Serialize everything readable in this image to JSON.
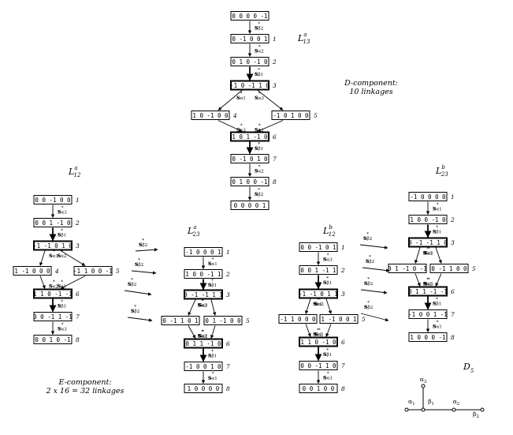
{
  "components": [
    {
      "id": "d",
      "title": {
        "main": "L",
        "sub": "13",
        "sup": "a"
      },
      "caption": [
        "D-component:",
        "10 linkages"
      ],
      "nodes": [
        {
          "label": "0 0 0 0 -1"
        },
        {
          "label": "0 -1 0 0 1",
          "num": "1"
        },
        {
          "label": "0 1 0 -1 0",
          "num": "2"
        },
        {
          "label": "-1 0 -1 1 0",
          "num": "3"
        },
        {
          "label": "1 0 -1 0 0",
          "num": "4"
        },
        {
          "label": "-1 0 1 0 0",
          "num": "5"
        },
        {
          "label": "1 0 1 -1 0",
          "num": "6"
        },
        {
          "label": "0 -1 0 1 0",
          "num": "7"
        },
        {
          "label": "0 1 0 0 -1",
          "num": "8"
        },
        {
          "label": "0 0 0 0 1"
        }
      ],
      "edges": [
        {
          "from": 0,
          "to": 1,
          "label": {
            "l": "β",
            "s": "2"
          }
        },
        {
          "from": 1,
          "to": 2,
          "label": {
            "l": "α",
            "s": "2"
          }
        },
        {
          "from": 2,
          "to": 3,
          "label": {
            "l": "β",
            "s": "1"
          },
          "thick": true
        },
        {
          "from": 3,
          "to": 4,
          "label": {
            "l": "α",
            "s": "1"
          }
        },
        {
          "from": 3,
          "to": 5,
          "label": {
            "l": "α",
            "s": "3"
          }
        },
        {
          "from": 4,
          "to": 6,
          "label": {
            "l": "α",
            "s": "3"
          }
        },
        {
          "from": 5,
          "to": 6,
          "label": {
            "l": "α",
            "s": "1"
          }
        },
        {
          "from": 6,
          "to": 7,
          "label": {
            "l": "β",
            "s": "1"
          },
          "thick": true
        },
        {
          "from": 7,
          "to": 8,
          "label": {
            "l": "α",
            "s": "2"
          }
        },
        {
          "from": 8,
          "to": 9,
          "label": {
            "l": "β",
            "s": "2"
          }
        }
      ]
    },
    {
      "id": "l12a",
      "title": {
        "main": "L",
        "sub": "12",
        "sup": "a"
      },
      "nodes": [
        {
          "label": "0 0 -1 0 0",
          "num": "1"
        },
        {
          "label": "0 0 1 -1 0",
          "num": "2"
        },
        {
          "label": "-1 -1 0 1 0",
          "num": "3"
        },
        {
          "label": "1 -1 0 0 0",
          "num": "4"
        },
        {
          "label": "-1 1 0 0 -1",
          "num": "5"
        },
        {
          "label": "1 1 0 -1 -1",
          "num": "6"
        },
        {
          "label": "0 0 -1 1 -1",
          "num": "7"
        },
        {
          "label": "0 0 1 0 -1",
          "num": "8"
        }
      ],
      "edges": [
        {
          "from": 0,
          "to": 1,
          "label": {
            "l": "α",
            "s": "3"
          }
        },
        {
          "from": 1,
          "to": 2,
          "label": {
            "l": "β",
            "s": "1"
          },
          "thick": true
        },
        {
          "from": 2,
          "to": 3,
          "label": {
            "l": "α",
            "s": "1"
          }
        },
        {
          "from": 2,
          "to": 4,
          "label": {
            "l": "α",
            "s": "2"
          }
        },
        {
          "from": 3,
          "to": 5,
          "label": {
            "l": "α",
            "s": "2"
          }
        },
        {
          "from": 4,
          "to": 5,
          "label": {
            "l": "α",
            "s": "1"
          }
        },
        {
          "from": 5,
          "to": 6,
          "label": {
            "l": "β",
            "s": "1"
          },
          "thick": true
        },
        {
          "from": 6,
          "to": 7,
          "label": {
            "l": "α",
            "s": "3"
          }
        }
      ]
    },
    {
      "id": "l23a",
      "title": {
        "main": "L",
        "sub": "23",
        "sup": "a"
      },
      "nodes": [
        {
          "label": "-1 0 0 0 1",
          "num": "1"
        },
        {
          "label": "1 0 0 -1 1",
          "num": "2"
        },
        {
          "label": "0 -1 -1 1 1",
          "num": "3"
        },
        {
          "label": "0 -1 1 0 1",
          "num": "4"
        },
        {
          "label": "0 1 -1 0 0",
          "num": "5"
        },
        {
          "label": "0 1 1 -1 0",
          "num": "6"
        },
        {
          "label": "-1 0 0 1 0",
          "num": "7"
        },
        {
          "label": "1 0 0 0 0",
          "num": "8"
        }
      ],
      "edges": [
        {
          "from": 0,
          "to": 1,
          "label": {
            "l": "α",
            "s": "1"
          }
        },
        {
          "from": 1,
          "to": 2,
          "label": {
            "l": "β",
            "s": "1"
          },
          "thick": true
        },
        {
          "from": 2,
          "to": 3,
          "label": {
            "l": "α",
            "s": "3"
          }
        },
        {
          "from": 2,
          "to": 4,
          "label": {
            "l": "α",
            "s": "2"
          }
        },
        {
          "from": 3,
          "to": 5,
          "label": {
            "l": "α",
            "s": "2"
          }
        },
        {
          "from": 4,
          "to": 5,
          "label": {
            "l": "α",
            "s": "3"
          }
        },
        {
          "from": 5,
          "to": 6,
          "label": {
            "l": "β",
            "s": "1"
          },
          "thick": true
        },
        {
          "from": 6,
          "to": 7,
          "label": {
            "l": "α",
            "s": "1"
          }
        }
      ]
    },
    {
      "id": "l12b",
      "title": {
        "main": "L",
        "sub": "12",
        "sup": "b"
      },
      "nodes": [
        {
          "label": "0 0 -1 0 1",
          "num": "1"
        },
        {
          "label": "0 0 1 -1 1",
          "num": "2"
        },
        {
          "label": "-1 -1 0 1 1",
          "num": "3"
        },
        {
          "label": "-1 1 0 0 0",
          "num": "4"
        },
        {
          "label": "1 -1 0 0 1",
          "num": "5"
        },
        {
          "label": "1 1 0 -1 0",
          "num": "6"
        },
        {
          "label": "0 0 -1 1 0",
          "num": "7"
        },
        {
          "label": "0 0 1 0 0",
          "num": "8"
        }
      ],
      "edges": [
        {
          "from": 0,
          "to": 1,
          "label": {
            "l": "α",
            "s": "3"
          }
        },
        {
          "from": 1,
          "to": 2,
          "label": {
            "l": "β",
            "s": "1"
          },
          "thick": true
        },
        {
          "from": 2,
          "to": 3,
          "label": {
            "l": "α",
            "s": "2"
          }
        },
        {
          "from": 2,
          "to": 4,
          "label": {
            "l": "α",
            "s": "1"
          }
        },
        {
          "from": 3,
          "to": 5,
          "label": {
            "l": "α",
            "s": "1"
          }
        },
        {
          "from": 4,
          "to": 5,
          "label": {
            "l": "α",
            "s": "2"
          }
        },
        {
          "from": 5,
          "to": 6,
          "label": {
            "l": "β",
            "s": "1"
          },
          "thick": true
        },
        {
          "from": 6,
          "to": 7,
          "label": {
            "l": "α",
            "s": "3"
          }
        }
      ]
    },
    {
      "id": "l23b",
      "title": {
        "main": "L",
        "sub": "23",
        "sup": "b"
      },
      "nodes": [
        {
          "label": "-1 0 0 0 0",
          "num": "1"
        },
        {
          "label": "1 0 0 -1 0",
          "num": "2"
        },
        {
          "label": "0 -1 -1 1 0",
          "num": "3"
        },
        {
          "label": "0 1 -1 0 -1",
          "num": "4"
        },
        {
          "label": "0 -1 1 0 0",
          "num": "5"
        },
        {
          "label": "0 1 1 -1 -1",
          "num": "6"
        },
        {
          "label": "-1 0 0 1 -1",
          "num": "7"
        },
        {
          "label": "1 0 0 0 -1",
          "num": "8"
        }
      ],
      "edges": [
        {
          "from": 0,
          "to": 1,
          "label": {
            "l": "α",
            "s": "1"
          }
        },
        {
          "from": 1,
          "to": 2,
          "label": {
            "l": "β",
            "s": "1"
          },
          "thick": true
        },
        {
          "from": 2,
          "to": 3,
          "label": {
            "l": "α",
            "s": "2"
          }
        },
        {
          "from": 2,
          "to": 4,
          "label": {
            "l": "α",
            "s": "3"
          }
        },
        {
          "from": 3,
          "to": 5,
          "label": {
            "l": "α",
            "s": "3"
          }
        },
        {
          "from": 4,
          "to": 5,
          "label": {
            "l": "α",
            "s": "2"
          }
        },
        {
          "from": 5,
          "to": 6,
          "label": {
            "l": "β",
            "s": "1"
          },
          "thick": true
        },
        {
          "from": 6,
          "to": 7,
          "label": {
            "l": "α",
            "s": "1"
          }
        }
      ]
    }
  ],
  "connectors": [
    {
      "label": {
        "l": "β",
        "s": "2"
      }
    },
    {
      "label": {
        "l": "β",
        "s": "2"
      }
    },
    {
      "label": {
        "l": "β",
        "s": "2"
      }
    },
    {
      "label": {
        "l": "β",
        "s": "2"
      }
    },
    {
      "label": {
        "l": "β",
        "s": "2"
      }
    },
    {
      "label": {
        "l": "β",
        "s": "2"
      }
    },
    {
      "label": {
        "l": "β",
        "s": "2"
      }
    },
    {
      "label": {
        "l": "β",
        "s": "2"
      }
    }
  ],
  "e_caption": [
    "E-component:",
    "2 x 16 = 32 linkages"
  ],
  "dynkin": {
    "title": {
      "main": "D",
      "sub": "5"
    },
    "nodes": [
      {
        "l": "α",
        "s": "1"
      },
      {
        "l": "β",
        "s": "1"
      },
      {
        "l": "α",
        "s": "2"
      },
      {
        "l": "β",
        "s": "2"
      },
      {
        "l": "α",
        "s": "3"
      }
    ]
  }
}
